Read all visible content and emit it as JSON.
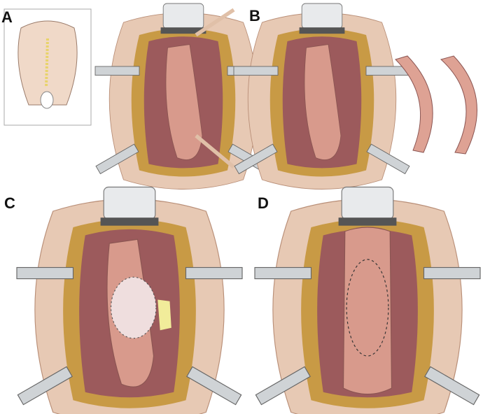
{
  "panels": [
    {
      "label": "A"
    },
    {
      "label": "B"
    },
    {
      "label": "C"
    },
    {
      "label": "D"
    }
  ],
  "colors": {
    "tissue": "#e3bfa6",
    "fat": "#c89a45",
    "muscle": "#a9696a",
    "organ": "#d89a8c",
    "retractor": "#cfd3d6"
  }
}
